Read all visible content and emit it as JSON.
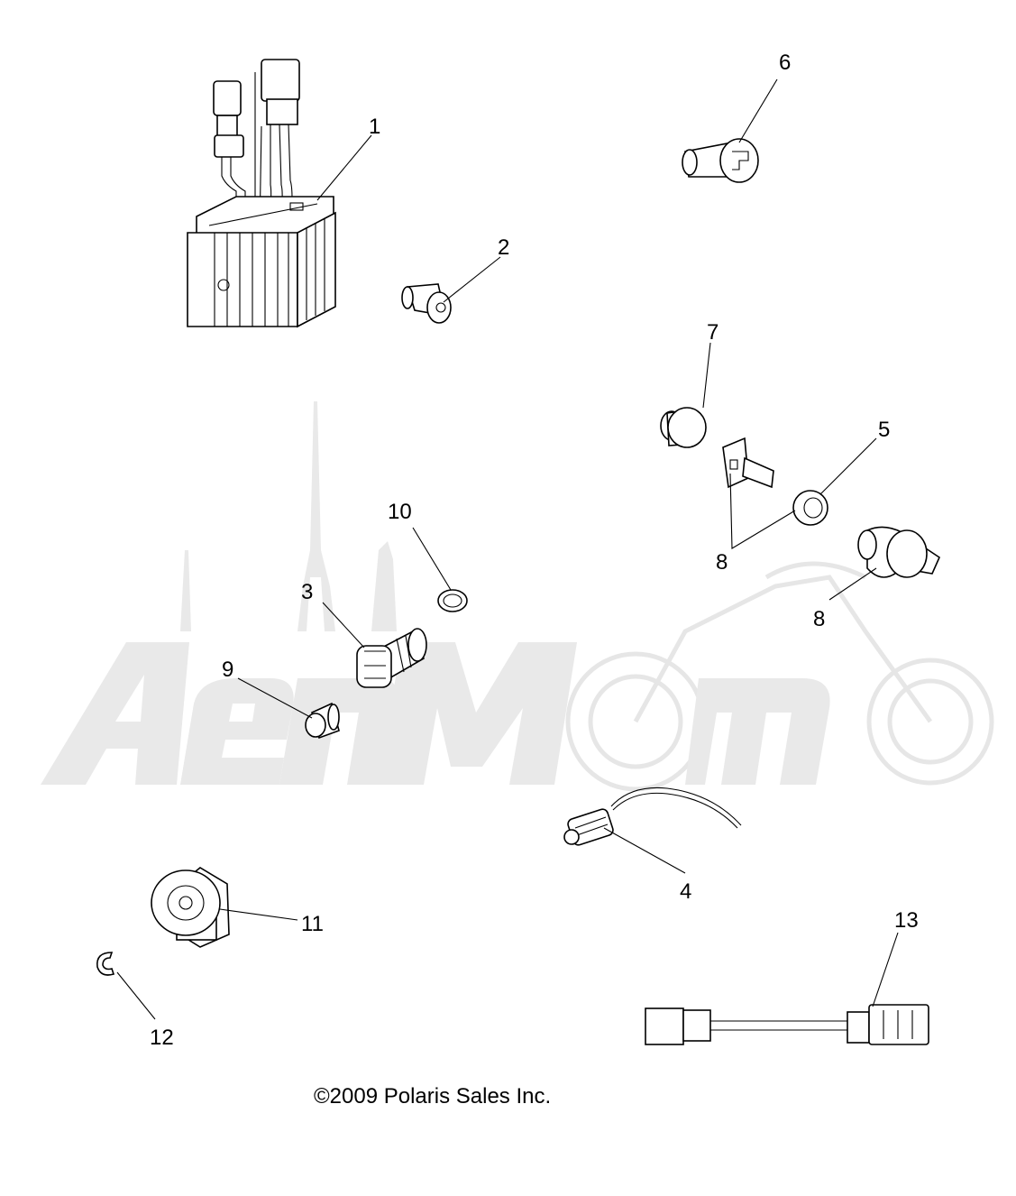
{
  "diagram": {
    "callouts": [
      {
        "id": "c1",
        "label": "1"
      },
      {
        "id": "c2",
        "label": "2"
      },
      {
        "id": "c3",
        "label": "3"
      },
      {
        "id": "c4",
        "label": "4"
      },
      {
        "id": "c5",
        "label": "5"
      },
      {
        "id": "c6",
        "label": "6"
      },
      {
        "id": "c7",
        "label": "7"
      },
      {
        "id": "c8a",
        "label": "8"
      },
      {
        "id": "c8b",
        "label": "8"
      },
      {
        "id": "c9",
        "label": "9"
      },
      {
        "id": "c10",
        "label": "10"
      },
      {
        "id": "c11",
        "label": "11"
      },
      {
        "id": "c12",
        "label": "12"
      },
      {
        "id": "c13",
        "label": "13"
      }
    ],
    "copyright": "©2009 Polaris Sales Inc.",
    "watermark_text": "AertMoto"
  }
}
